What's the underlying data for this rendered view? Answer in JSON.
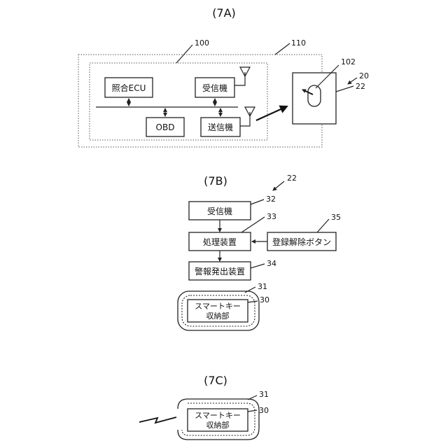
{
  "figure_7a": {
    "label": "(7A)",
    "ref_100": "100",
    "ref_110": "110",
    "ref_102": "102",
    "ref_20": "20",
    "ref_22": "22",
    "collation_ecu": "照合ECU",
    "receiver": "受信機",
    "obd": "OBD",
    "transmitter": "送信機"
  },
  "figure_7b": {
    "label": "(7B)",
    "ref_22": "22",
    "ref_32": "32",
    "ref_33": "33",
    "ref_35": "35",
    "ref_34": "34",
    "ref_31": "31",
    "ref_30": "30",
    "receiver": "受信機",
    "processor": "処理装置",
    "unregister_button": "登録解除ボタン",
    "alarm_device": "警報発出装置",
    "storage_line1": "スマートキー",
    "storage_line2": "収納部"
  },
  "figure_7c": {
    "label": "(7C)",
    "ref_31": "31",
    "ref_30": "30",
    "storage_line1": "スマートキー",
    "storage_line2": "収納部"
  }
}
